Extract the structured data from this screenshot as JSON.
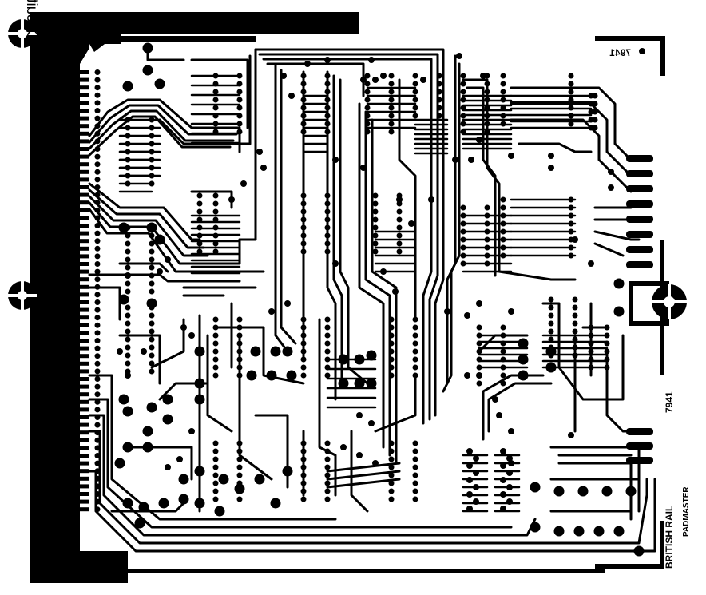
{
  "artwork": {
    "side_label": "Circuit Side",
    "company_label": "BRITISH RAIL",
    "part_number": "7941",
    "part_number_mirrored": "7941",
    "footer_company": "BRITISH RAIL",
    "footer_product": "PADMASTER",
    "ink_color": "#000000",
    "paper_color": "#ffffff"
  }
}
